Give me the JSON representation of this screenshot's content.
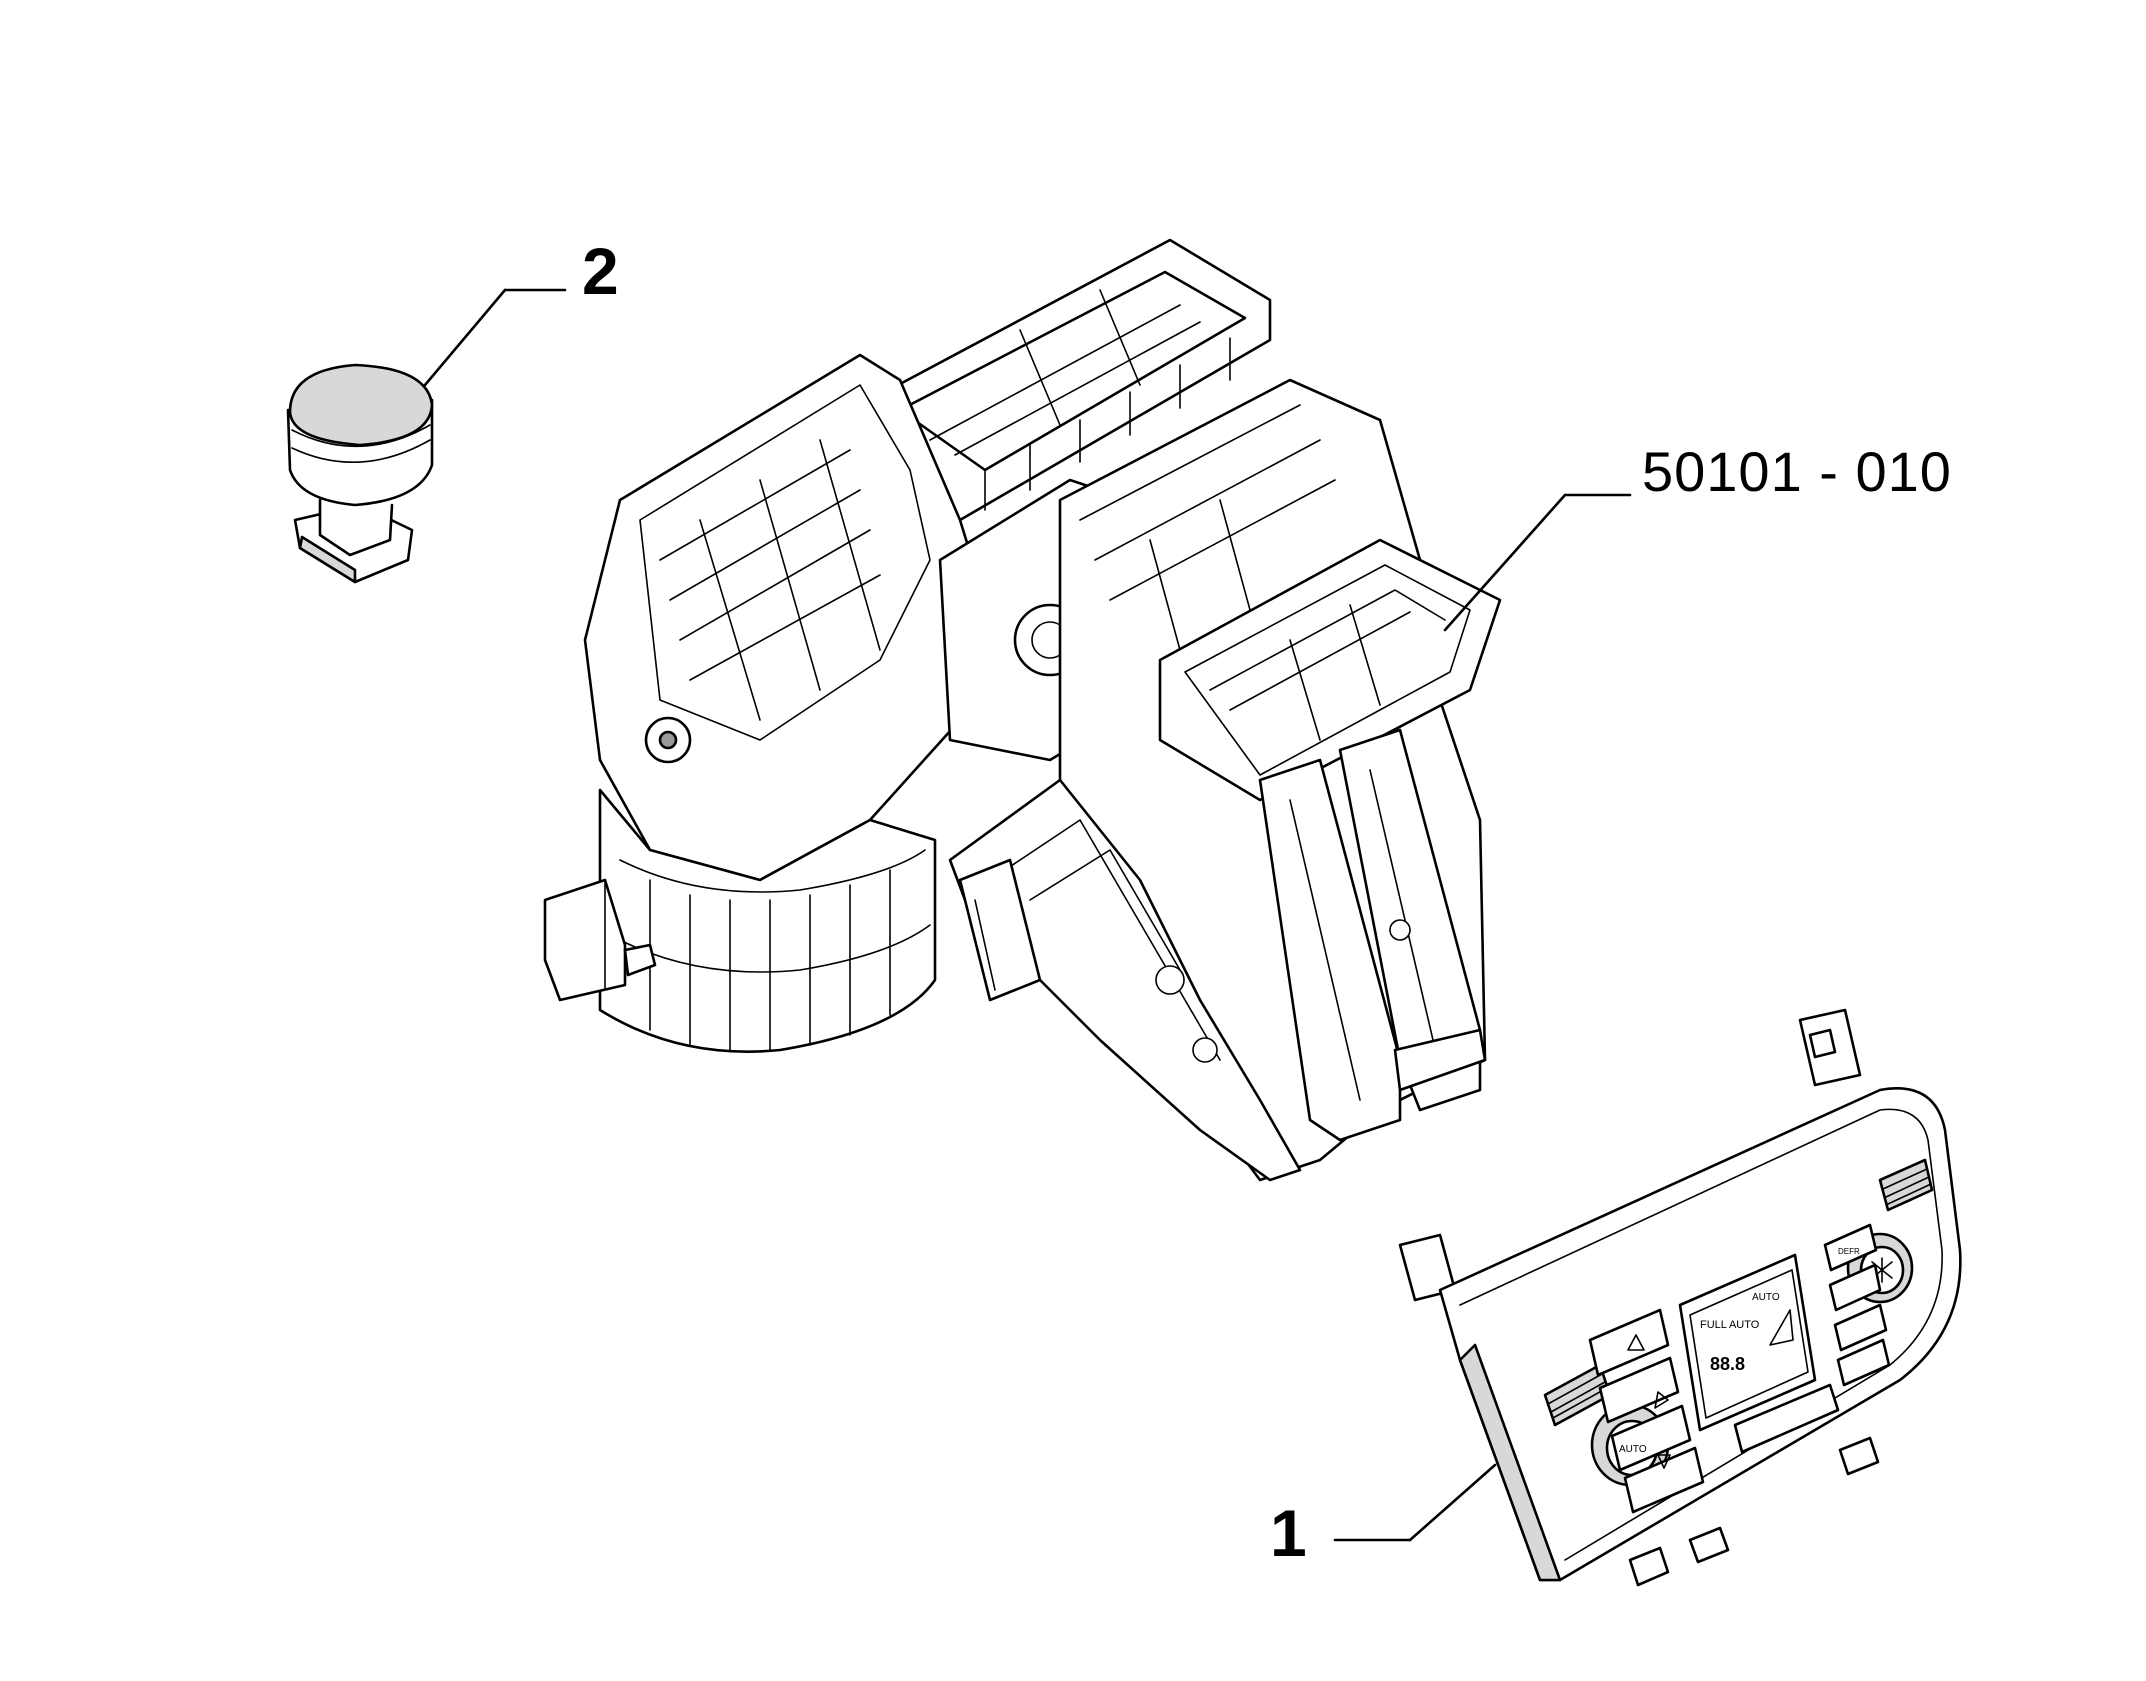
{
  "diagram": {
    "parts": [
      {
        "id": "control-panel",
        "callout": "1"
      },
      {
        "id": "sensor",
        "callout": "2"
      },
      {
        "id": "heater-assembly",
        "callout": "50101 - 010"
      }
    ],
    "panel_display": {
      "full_auto_text": "FULL AUTO",
      "auto_text": "AUTO",
      "temp_text": "88.8",
      "knob_text": "AUTO",
      "defrost_text": "DEFR"
    },
    "colors": {
      "line": "#000000",
      "background": "#ffffff",
      "shade": "#d8d8d8"
    }
  }
}
